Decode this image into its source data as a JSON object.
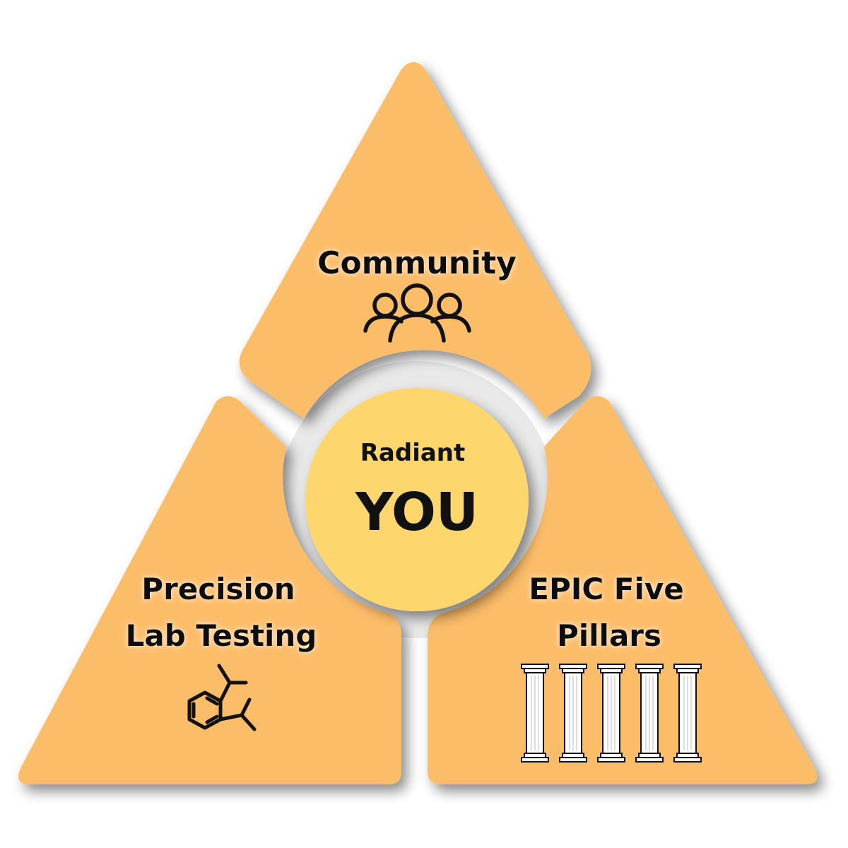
{
  "colors": {
    "segment_fill": "#FCBD69",
    "center_fill": "#FDD76E",
    "text": "#111111",
    "icon_stroke": "#111111",
    "pillar_fill": "#FFFFFF"
  },
  "segments": {
    "top": {
      "label": "Community",
      "icon": "people-group-icon"
    },
    "left": {
      "line1": "Precision",
      "line2": "Lab Testing",
      "icon": "molecule-icon"
    },
    "right": {
      "line1": "EPIC Five",
      "line2": "Pillars",
      "icon": "pillars-icon",
      "pillar_count": 5
    }
  },
  "center": {
    "line1": "Radiant",
    "line2": "YOU"
  }
}
